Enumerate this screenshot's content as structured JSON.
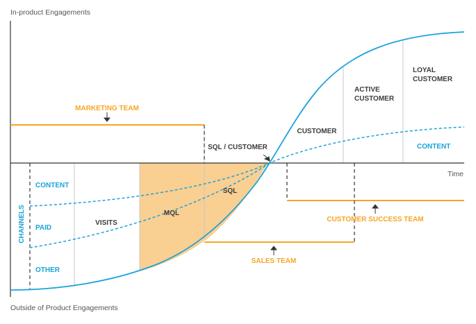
{
  "axes": {
    "y_top_label": "In-product Engagements",
    "y_bottom_label": "Outside of Product Engagements",
    "x_label": "Time"
  },
  "stages": {
    "visits": "VISITS",
    "mql": "MQL",
    "sql": "SQL",
    "sql_customer": "SQL / CUSTOMER",
    "customer": "CUSTOMER",
    "active_customer_line1": "ACTIVE",
    "active_customer_line2": "CUSTOMER",
    "loyal_customer_line1": "LOYAL",
    "loyal_customer_line2": "CUSTOMER"
  },
  "channels": {
    "title": "CHANNELS",
    "content": "CONTENT",
    "paid": "PAID",
    "other": "OTHER",
    "content_post": "CONTENT"
  },
  "teams": {
    "marketing": "MARKETING TEAM",
    "sales": "SALES TEAM",
    "customer_success": "CUSTOMER SUCCESS TEAM"
  },
  "colors": {
    "blue": "#1aa3d9",
    "orange": "#f5a623",
    "mql_fill": "#f9cf92",
    "axis": "#333333",
    "divider": "#c8c8c8",
    "stage_text": "#3c3c3c"
  }
}
